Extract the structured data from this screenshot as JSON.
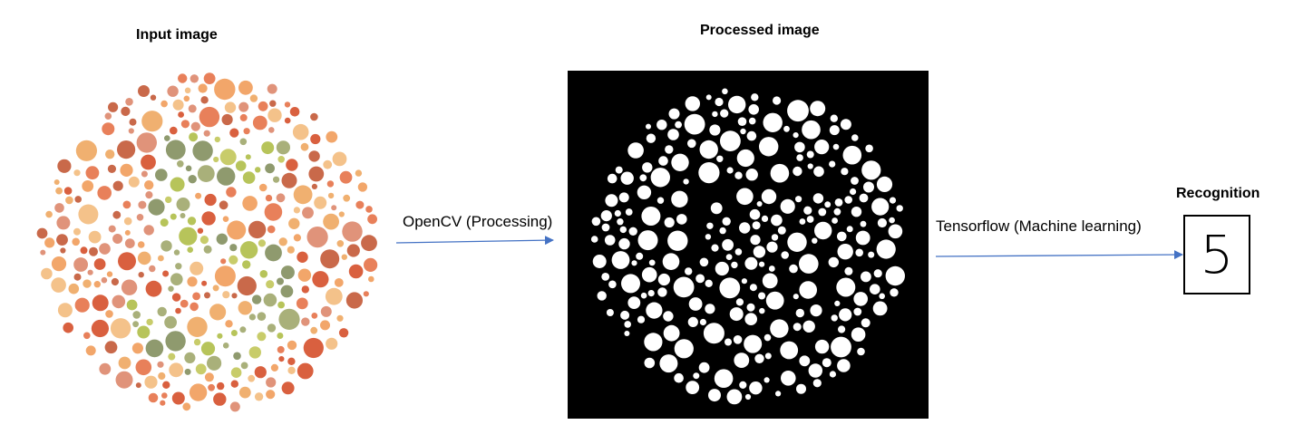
{
  "stages": {
    "input": {
      "title": "Input image"
    },
    "processed": {
      "title": "Processed image"
    },
    "recognition": {
      "title": "Recognition",
      "result": "5"
    }
  },
  "arrows": {
    "first": {
      "label": "OpenCV (Processing)"
    },
    "second": {
      "label": "Tensorflow (Machine learning)"
    }
  },
  "colors": {
    "arrow": "#4472c4",
    "plate_dots": [
      "#e8805a",
      "#d9603f",
      "#f0b070",
      "#f4c28a",
      "#e0937a",
      "#c9694a",
      "#f2a66a"
    ],
    "digit_dots": [
      "#a9b07a",
      "#b7c45a",
      "#8f9a6e",
      "#c8cc6a"
    ],
    "processed_background": "#000000",
    "processed_dots": "#ffffff"
  }
}
